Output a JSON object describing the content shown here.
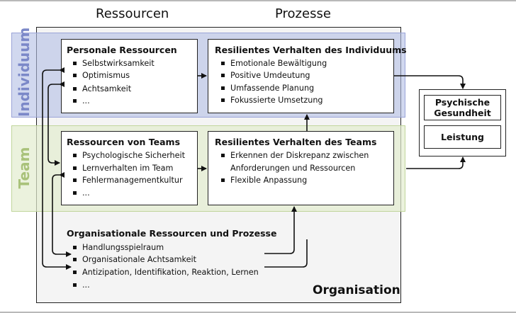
{
  "columns": {
    "resources": "Ressourcen",
    "processes": "Prozesse"
  },
  "bands": {
    "individual": "Individuum",
    "team": "Team"
  },
  "boxes": {
    "personal_resources": {
      "title": "Personale Ressourcen",
      "items": [
        "Selbstwirksamkeit",
        "Optimismus",
        "Achtsamkeit",
        "..."
      ]
    },
    "individual_behavior": {
      "title": "Resilientes Verhalten des Individuums",
      "items": [
        "Emotionale Bewältigung",
        "Positive Umdeutung",
        "Umfassende Planung",
        "Fokussierte Umsetzung"
      ]
    },
    "team_resources": {
      "title": "Ressourcen von Teams",
      "items": [
        "Psychologische Sicherheit",
        "Lernverhalten im Team",
        "Fehlermanagementkultur",
        "..."
      ]
    },
    "team_behavior": {
      "title": "Resilientes Verhalten des Teams",
      "items": [
        "Erkennen der Diskrepanz zwischen",
        "Anforderungen und Ressourcen",
        "Flexible Anpassung"
      ],
      "bullets": [
        true,
        false,
        true
      ]
    },
    "org_resources": {
      "title": "Organisationale Ressourcen und Prozesse",
      "items": [
        "Handlungsspielraum",
        "Organisationale Achtsamkeit",
        "Antizipation, Identifikation, Reaktion, Lernen",
        "..."
      ]
    }
  },
  "outcomes": {
    "health": "Psychische Gesundheit",
    "performance": "Leistung"
  },
  "organisation_label": "Organisation",
  "colors": {
    "individual_band": "#b3bee4",
    "team_band": "#e2ecce",
    "individual_text": "#7b88c8",
    "team_text": "#a9c27a",
    "org_background": "#f4f4f4"
  }
}
